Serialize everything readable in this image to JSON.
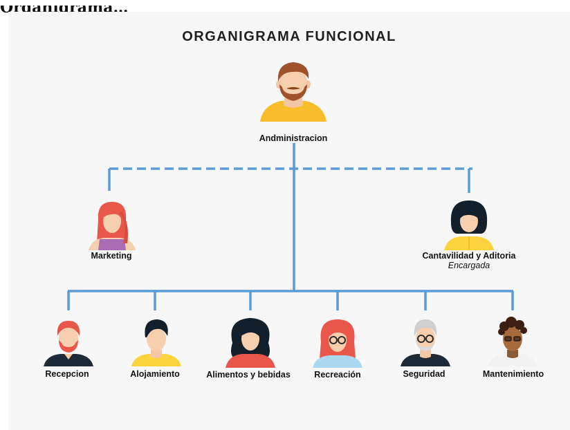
{
  "header": {
    "title": "Organigrama…"
  },
  "diagram": {
    "title": "ORGANIGRAMA FUNCIONAL",
    "root": {
      "label": "Andministracion"
    },
    "staff": [
      {
        "label": "Marketing"
      },
      {
        "label": "Cantavilidad y Aditoria",
        "sublabel": "Encargada"
      }
    ],
    "departments": [
      {
        "label": "Recepcion"
      },
      {
        "label": "Alojamiento"
      },
      {
        "label": "Alimentos y bebidas"
      },
      {
        "label": "Recreación"
      },
      {
        "label": "Seguridad"
      },
      {
        "label": "Mantenimiento"
      }
    ],
    "colors": {
      "connector": "#5b9bd5",
      "background": "#f7f7f7"
    }
  }
}
